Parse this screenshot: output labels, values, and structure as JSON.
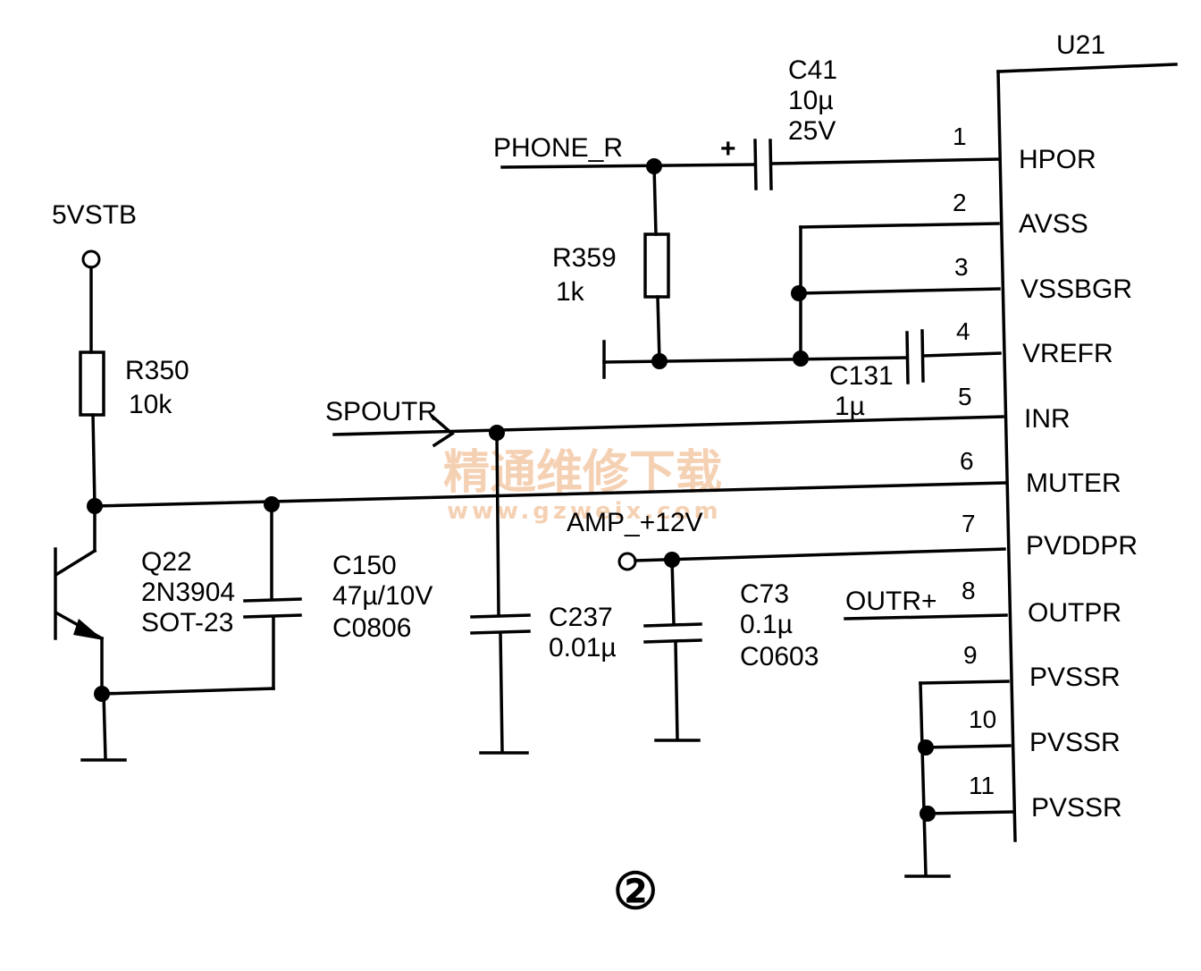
{
  "schematic": {
    "ic": {
      "ref": "U21",
      "pins": [
        {
          "num": "1",
          "name": "HPOR"
        },
        {
          "num": "2",
          "name": "AVSS"
        },
        {
          "num": "3",
          "name": "VSSBGR"
        },
        {
          "num": "4",
          "name": "VREFR"
        },
        {
          "num": "5",
          "name": "INR"
        },
        {
          "num": "6",
          "name": "MUTER"
        },
        {
          "num": "7",
          "name": "PVDDPR"
        },
        {
          "num": "8",
          "name": "OUTPR"
        },
        {
          "num": "9",
          "name": "PVSSR"
        },
        {
          "num": "10",
          "name": "PVSSR"
        },
        {
          "num": "11",
          "name": "PVSSR"
        }
      ]
    },
    "nets": {
      "phone_r": "PHONE_R",
      "spoutr": "SPOUTR",
      "amp_12v": "AMP_+12V",
      "outr_plus": "OUTR+",
      "vstb": "5VSTB",
      "plus_sign": "+"
    },
    "components": {
      "c41": {
        "ref": "C41",
        "value": "10µ",
        "rating": "25V"
      },
      "r359": {
        "ref": "R359",
        "value": "1k"
      },
      "c131": {
        "ref": "C131",
        "value": "1µ"
      },
      "r350": {
        "ref": "R350",
        "value": "10k"
      },
      "q22": {
        "ref": "Q22",
        "part": "2N3904",
        "package": "SOT-23"
      },
      "c150": {
        "ref": "C150",
        "value": "47µ/10V",
        "package": "C0806"
      },
      "c237": {
        "ref": "C237",
        "value": "0.01µ"
      },
      "c73": {
        "ref": "C73",
        "value": "0.1µ",
        "package": "C0603"
      }
    },
    "watermark": {
      "line1": "精通维修下载",
      "line2": "www.gzweix.com"
    },
    "figure_label": "②"
  }
}
